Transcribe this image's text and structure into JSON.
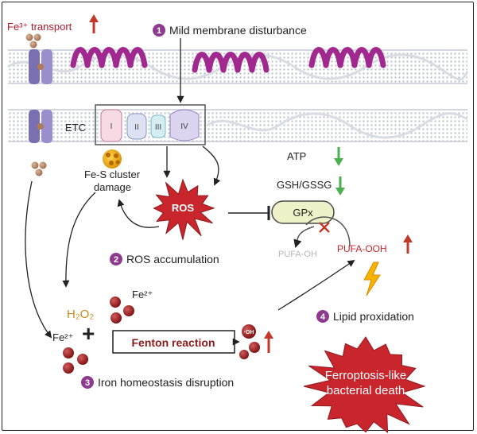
{
  "header": {
    "fe3_transport": "Fe³⁺ transport"
  },
  "steps": [
    {
      "num": "1",
      "label": "Mild membrane disturbance"
    },
    {
      "num": "2",
      "label": "ROS accumulation"
    },
    {
      "num": "3",
      "label": "Iron homeostasis disruption"
    },
    {
      "num": "4",
      "label": "Lipid proxidation"
    }
  ],
  "etc": {
    "label": "ETC",
    "complexes": [
      "I",
      "II",
      "III",
      "IV"
    ]
  },
  "labels": {
    "fes_damage_line1": "Fe-S cluster",
    "fes_damage_line2": "damage",
    "ros": "ROS",
    "atp": "ATP",
    "gsh_gssg": "GSH/GSSG",
    "gpx": "GPx",
    "pufa_oh": "PUFA-OH",
    "pufa_ooh": "PUFA-OOH",
    "h2o2": "H₂O₂",
    "fe2_top": "Fe²⁺",
    "fe2_left": "Fe²⁺",
    "plus": "+",
    "fenton": "Fenton reaction",
    "oh_radical": "·OH",
    "death_line1": "Ferroptosis-like",
    "death_line2": "bacterial death"
  },
  "colors": {
    "step_badge": "#8e3b8f",
    "helix": "#a0288f",
    "ros_star": "#c8262c",
    "death_star": "#c8262c",
    "arrow_up": "#c0392b",
    "arrow_down": "#4caf50",
    "gpx_fill": "#eef2c8",
    "fenton_text": "#8b1a1a",
    "iron_ball": "#8b1a1a"
  }
}
